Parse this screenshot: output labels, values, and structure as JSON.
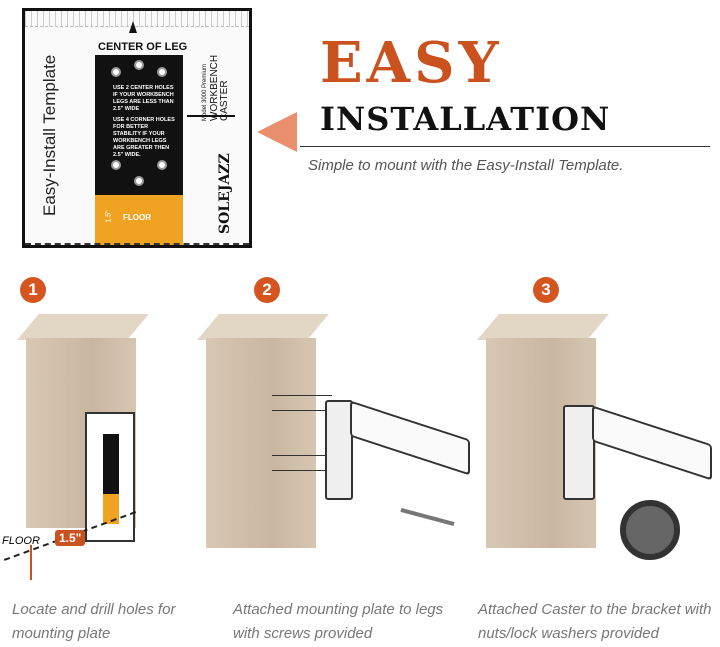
{
  "template": {
    "center_label": "CENTER OF LEG",
    "instruction_1": "USE 2 CENTER HOLES IF YOUR WORKBENCH LEGS ARE LESS THAN 2.5\" WIDE",
    "instruction_2": "USE 4 CORNER HOLES FOR BETTER STABILITY IF YOUR WORKBENCH LEGS ARE GREATER THEN 2.5\" WIDE.",
    "floor_label": "FLOOR",
    "height_label": "1.5\"",
    "title": "Easy-Install Template",
    "model": "Model 3000 Premium",
    "product": "WORKBENCH CASTER",
    "brand": "SOLEJAZZ"
  },
  "header": {
    "title_1": "EASY",
    "title_2": "INSTALLATION",
    "subtitle": "Simple to mount with the Easy-Install Template."
  },
  "steps": [
    {
      "number": "1",
      "caption": "Locate and drill holes for mounting plate",
      "floor_label": "FLOOR",
      "height_label": "1.5\""
    },
    {
      "number": "2",
      "caption": "Attached mounting plate to legs with screws provided"
    },
    {
      "number": "3",
      "caption": "Attached Caster to the bracket with nuts/lock washers provided"
    }
  ],
  "colors": {
    "accent": "#c9521f",
    "template_orange": "#f0a323"
  }
}
